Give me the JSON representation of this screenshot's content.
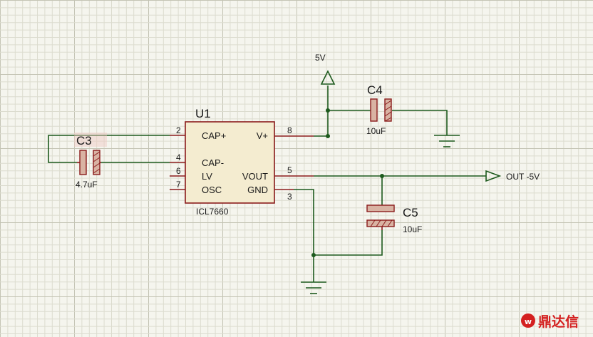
{
  "schematic": {
    "ic": {
      "ref": "U1",
      "part": "ICL7660",
      "pins_left": [
        {
          "num": "2",
          "name": "CAP+"
        },
        {
          "num": "4",
          "name": "CAP-"
        },
        {
          "num": "6",
          "name": "LV"
        },
        {
          "num": "7",
          "name": "OSC"
        }
      ],
      "pins_right": [
        {
          "num": "8",
          "name": "V+"
        },
        {
          "num": "5",
          "name": "VOUT"
        },
        {
          "num": "3",
          "name": "GND"
        }
      ]
    },
    "capacitors": [
      {
        "ref": "C3",
        "value": "4.7uF"
      },
      {
        "ref": "C4",
        "value": "10uF"
      },
      {
        "ref": "C5",
        "value": "10uF"
      }
    ],
    "power": {
      "label": "5V"
    },
    "output": {
      "label": "OUT -5V"
    },
    "watermark": {
      "text": "鼎达信"
    }
  },
  "colors": {
    "background": "#f5f5ee",
    "grid_minor": "#dcdccf",
    "grid_major": "#c4c4b4",
    "wire": "#1d5a1d",
    "pin": "#8b1c1c",
    "ic_body": "#f4ecd0",
    "cap_fill": "#d9b3a3",
    "watermark": "#d42020"
  }
}
